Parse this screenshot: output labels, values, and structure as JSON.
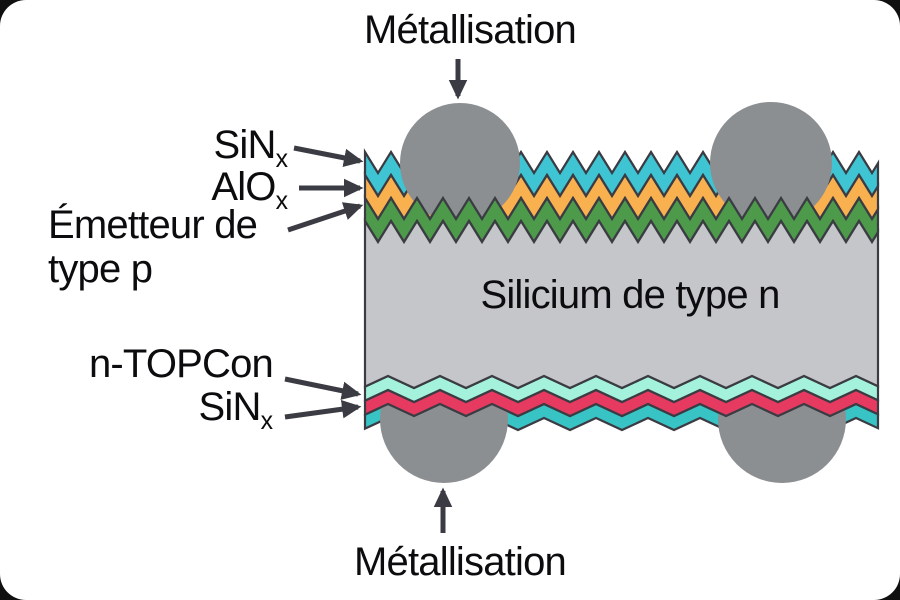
{
  "labels": {
    "metallization_top": "Métallisation",
    "metallization_bottom": "Métallisation",
    "silicon_body": "Silicium de type n",
    "sinx_front": {
      "base": "SiN",
      "sub": "x"
    },
    "alox": {
      "base": "AlO",
      "sub": "x"
    },
    "emitter": {
      "line1": "Émetteur de",
      "line2": "type p"
    },
    "ntopcon": "n-TOPCon",
    "sinx_rear": {
      "base": "SiN",
      "sub": "x"
    }
  },
  "colors": {
    "sinx_front_layer": "#3ec4d3",
    "alox_layer": "#f9b04f",
    "p_emitter_layer": "#4c9a4a",
    "n_silicon_body": "#c5c6c9",
    "rear_thin_layer_mint": "#a5f2dc",
    "ntopcon_layer": "#e73a60",
    "sinx_rear_layer": "#38c3c5",
    "metal_contact": "#8c8f92",
    "outline": "#3b3c43",
    "text": "#0c0c0e",
    "background": "#ffffff"
  }
}
